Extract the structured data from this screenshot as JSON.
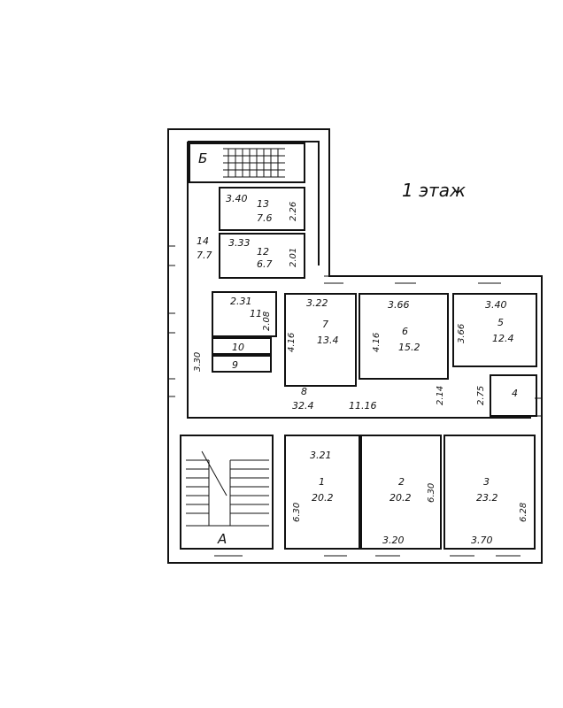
{
  "floor_title": "1 этаж",
  "stair_labels": {
    "top": "Б",
    "bottom": "А"
  },
  "rooms": [
    {
      "number": "1",
      "area": "20.2"
    },
    {
      "number": "2",
      "area": "20.2"
    },
    {
      "number": "3",
      "area": "23.2"
    },
    {
      "number": "4",
      "area": ""
    },
    {
      "number": "5",
      "area": "12.4"
    },
    {
      "number": "6",
      "area": "15.2"
    },
    {
      "number": "7",
      "area": "13.4"
    },
    {
      "number": "8",
      "area": "32.4"
    },
    {
      "number": "9",
      "area": ""
    },
    {
      "number": "10",
      "area": ""
    },
    {
      "number": "11",
      "area": "2.08"
    },
    {
      "number": "12",
      "area": "6.7"
    },
    {
      "number": "13",
      "area": "7.6"
    },
    {
      "number": "14",
      "area": "7.7"
    }
  ],
  "dimensions": {
    "r13_width": "3.40",
    "r13_depth": "2.26",
    "r12_width": "3.33",
    "r12_depth": "2.01",
    "r11_width": "2.31",
    "corridor_depth": "3.30",
    "r7_width": "3.22",
    "r7_depth": "4.16",
    "r6_width": "3.66",
    "r6_depth": "4.16",
    "r5_width": "3.40",
    "r5_depth": "3.66",
    "r4_depth": "2.75",
    "corridor_step": "2.14",
    "corridor_length": "11.16",
    "r1_width": "3.21",
    "r1_depth": "6.30",
    "r2_width": "3.20",
    "r2_depth": "6.30",
    "r3_width": "3.70",
    "r3_depth": "6.28"
  }
}
